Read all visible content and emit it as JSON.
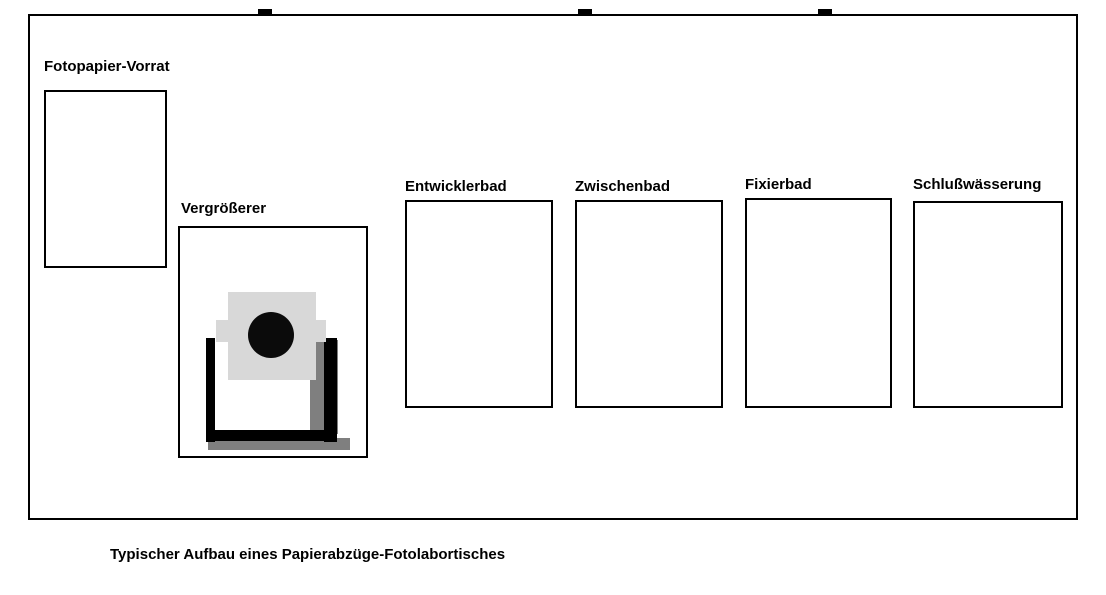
{
  "diagram": {
    "caption": "Typischer Aufbau eines Papierabzüge-Fotolabortisches",
    "paper_supply": {
      "label": "Fotopapier-Vorrat"
    },
    "enlarger": {
      "label": "Vergrößerer"
    },
    "baths": [
      {
        "label": "Entwicklerbad"
      },
      {
        "label": "Zwischenbad"
      },
      {
        "label": "Fixierbad"
      },
      {
        "label": "Schlußwässerung"
      }
    ],
    "colors": {
      "outline": "#000000",
      "enlarger_head_gray": "#d8d8d8",
      "enlarger_base_gray": "#7f7f7f",
      "lens_black": "#0b0b0b",
      "background": "#ffffff"
    }
  }
}
